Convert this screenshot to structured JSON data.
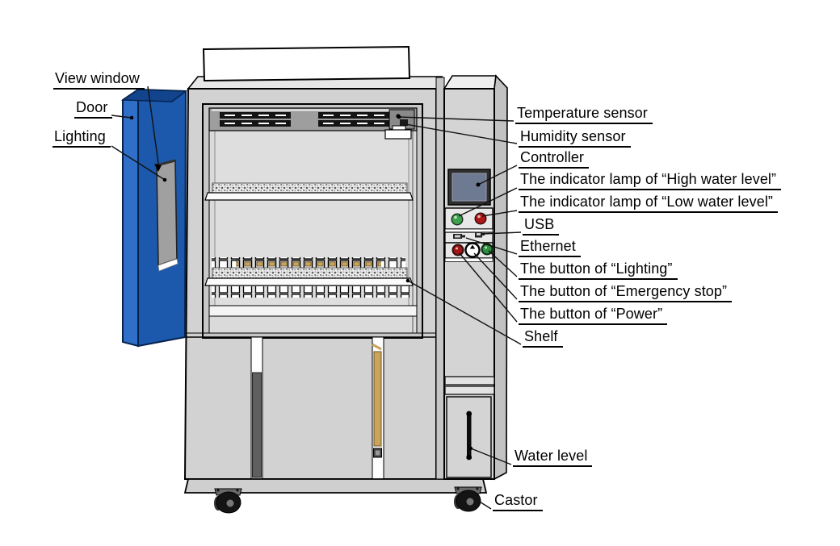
{
  "labels": {
    "view_window": "View window",
    "door": "Door",
    "lighting": "Lighting",
    "temperature_sensor": "Temperature sensor",
    "humidity_sensor": "Humidity sensor",
    "controller": "Controller",
    "lamp_high": "The indicator lamp of “High water level”",
    "lamp_low": "The indicator lamp of “Low water level”",
    "usb": "USB",
    "ethernet": "Ethernet",
    "button_lighting": "The button of “Lighting”",
    "button_emergency": "The button of “Emergency stop”",
    "button_power": "The button of “Power”",
    "shelf": "Shelf",
    "water_level": "Water level",
    "castor": "Castor"
  },
  "colors": {
    "door_blue": "#1c59ad",
    "door_blue_light": "#2f6fc7",
    "body_gray": "#d2d2d2",
    "screen_blue_gray": "#6e7992",
    "lamp_green": "#3da14c",
    "lamp_red": "#b11616",
    "button_green": "#2e8f3e",
    "button_red": "#a31616",
    "tan": "#c8a45c",
    "line": "#000000"
  }
}
